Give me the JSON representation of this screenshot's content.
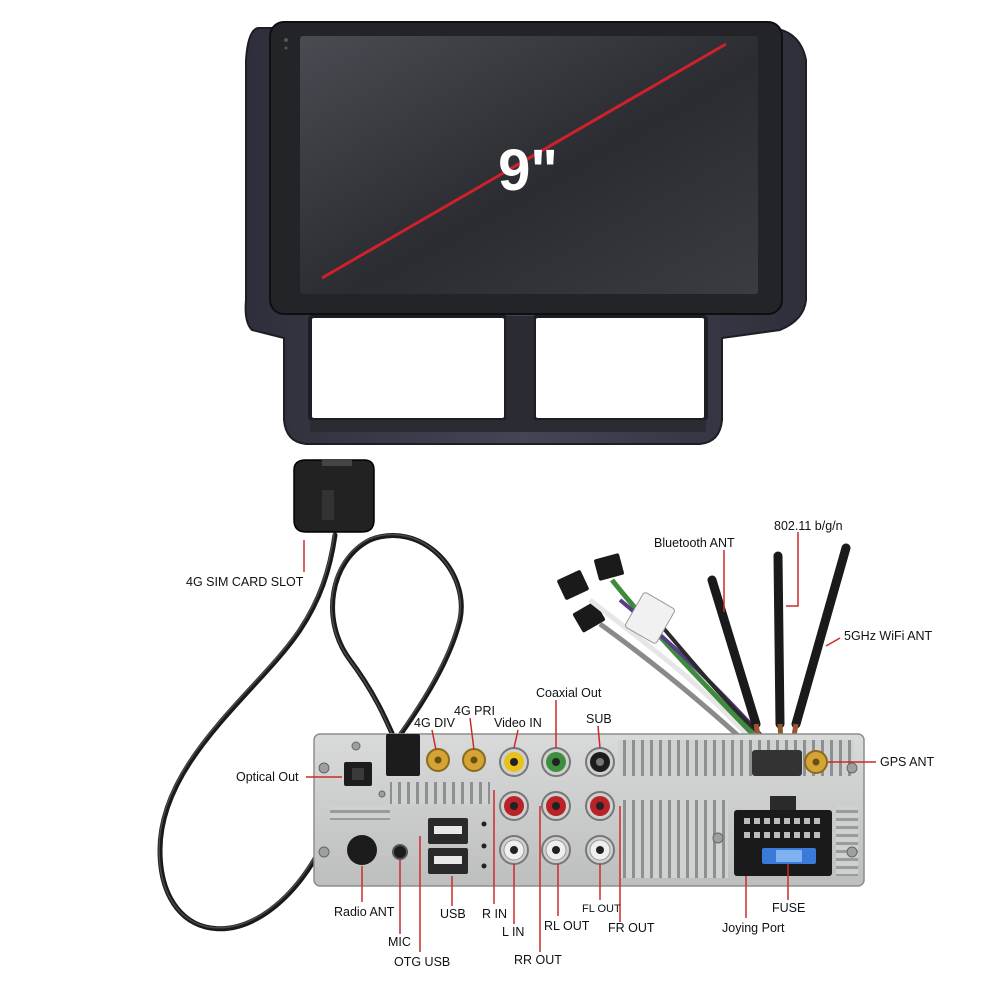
{
  "screen": {
    "size_label": "9\""
  },
  "sim": {
    "slot_label": "4G SIM CARD SLOT"
  },
  "labels": {
    "optical_out": "Optical Out",
    "g4_div": "4G DIV",
    "g4_pri": "4G PRI",
    "video_in": "Video IN",
    "coaxial_out": "Coaxial Out",
    "sub": "SUB",
    "bluetooth_ant": "Bluetooth ANT",
    "wifi_80211": "802.11 b/g/n",
    "wifi_5ghz": "5GHz WiFi ANT",
    "gps_ant": "GPS ANT",
    "radio_ant": "Radio ANT",
    "mic": "MIC",
    "otg_usb": "OTG USB",
    "usb": "USB",
    "r_in": "R IN",
    "l_in": "L IN",
    "rl_out": "RL OUT",
    "rr_out": "RR OUT",
    "fl_out": "FL OUT",
    "fr_out": "FR OUT",
    "joying_port": "Joying Port",
    "fuse": "FUSE"
  },
  "colors": {
    "callout": "#cc2a2a",
    "bezel": "#2b2b31",
    "frame": "#3d3f4c",
    "panel": "#cfd0d0",
    "gold": "#d5a436",
    "yellow": "#e8c11a",
    "green": "#3d8f3e",
    "red": "#b92227",
    "white": "#efefef",
    "black": "#1c1c1c"
  }
}
